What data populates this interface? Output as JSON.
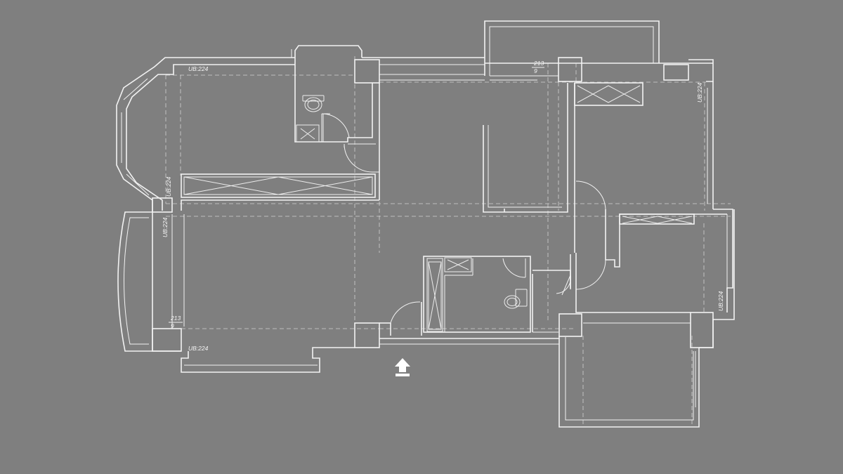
{
  "plan": {
    "labels": {
      "ub_top_left": "UB:224",
      "ub_top_right": "UB:224",
      "ub_left_upper": "UB:224",
      "ub_left_lower": "UB:224",
      "ub_bottom_left": "UB:224",
      "ub_right_lower": "UB:224",
      "dim_top_num": "213",
      "dim_top_den": "9",
      "dim_left_num": "213",
      "dim_left_den": "9"
    },
    "entrance_icon": "up-arrow-icon",
    "colors": {
      "background": "#7f7f7f",
      "lines": "#f2f2f2"
    }
  }
}
